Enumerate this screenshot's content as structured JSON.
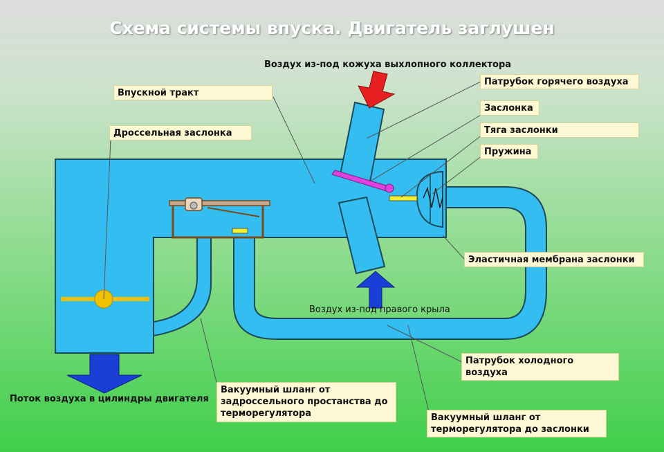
{
  "title": "Схема системы впуска. Двигатель заглушен",
  "labels": {
    "hot_air_source": "Воздух из-под кожуха выхлопного коллектора",
    "intake_tract": "Впускной тракт",
    "hot_air_pipe": "Патрубок горячего  воздуха",
    "flap": "Заслонка",
    "flap_rod": "Тяга заслонки",
    "spring": "Пружина",
    "throttle": "Дроссельная заслонка",
    "membrane": "Эластичная мембрана заслонки",
    "cold_air_source": "Воздух из-под правого крыла",
    "cold_air_pipe_1": "Патрубок холодного",
    "cold_air_pipe_2": "воздуха",
    "airflow": "Поток воздуха в цилиндры двигателя",
    "vacuum_hose_1_l1": "Вакуумный шланг от",
    "vacuum_hose_1_l2": "задроссельного простанства до",
    "vacuum_hose_1_l3": "терморегулятора",
    "vacuum_hose_2_l1": "Вакуумный шланг от",
    "vacuum_hose_2_l2": "терморегулятора до заслонки"
  },
  "colors": {
    "housing": "#33bdf0",
    "outline": "#1a4a5a",
    "arrow_hot": "#e62020",
    "arrow_cold": "#1a3fd6",
    "flap": "#e040e0",
    "spring_rod": "#f2ee30",
    "throttle_disc": "#f2c200",
    "regulator": "#8a4a1a",
    "label_bg": "#fbf8d3"
  }
}
